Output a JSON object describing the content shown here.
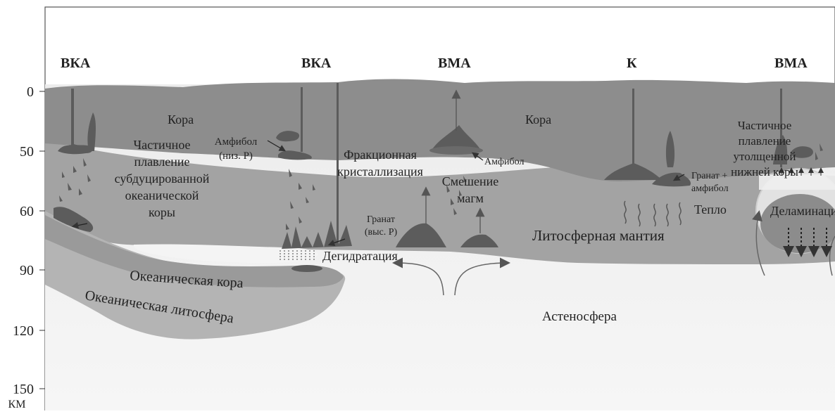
{
  "axis": {
    "ticks": [
      "0",
      "50",
      "60",
      "90",
      "120",
      "150"
    ],
    "unit": "КМ"
  },
  "settings": {
    "top_labels": [
      "ВКА",
      "ВКА",
      "ВМА",
      "К",
      "ВМА"
    ]
  },
  "labels": {
    "crust_left": "Кора",
    "crust_right": "Кора",
    "partial_melt_subducted": [
      "Частичное",
      "плавление",
      "субдуцированной",
      "океанической",
      "коры"
    ],
    "amphibole_low": [
      "Амфибол",
      "(низ. Р)"
    ],
    "fractional": [
      "Фракционная",
      "кристаллизация"
    ],
    "amphibole": "Амфибол",
    "mixing": [
      "Смешение",
      "магм"
    ],
    "garnet_high": [
      "Гранат",
      "(выс. Р)"
    ],
    "dehydration": "Дегидратация",
    "oceanic_crust": "Океаническая кора",
    "oceanic_lithosphere": "Океаническая литосфера",
    "asthenosphere": "Астеносфера",
    "lithospheric_mantle": "Литосферная мантия",
    "partial_melt_thick": [
      "Частичное",
      "плавление",
      "утолщенной",
      "нижней коры"
    ],
    "garnet_amphibole": [
      "Гранат +",
      "амфибол"
    ],
    "heat": "Тепло",
    "delamination": "Деламинация"
  },
  "colors": {
    "background": "#ffffff",
    "crust": "#8d8d8d",
    "lithospheric_mantle": "#a3a3a3",
    "asthenosphere": "#e9e9e9",
    "oceanic": "#b2b2b2",
    "magma": "#5f5f5f"
  }
}
